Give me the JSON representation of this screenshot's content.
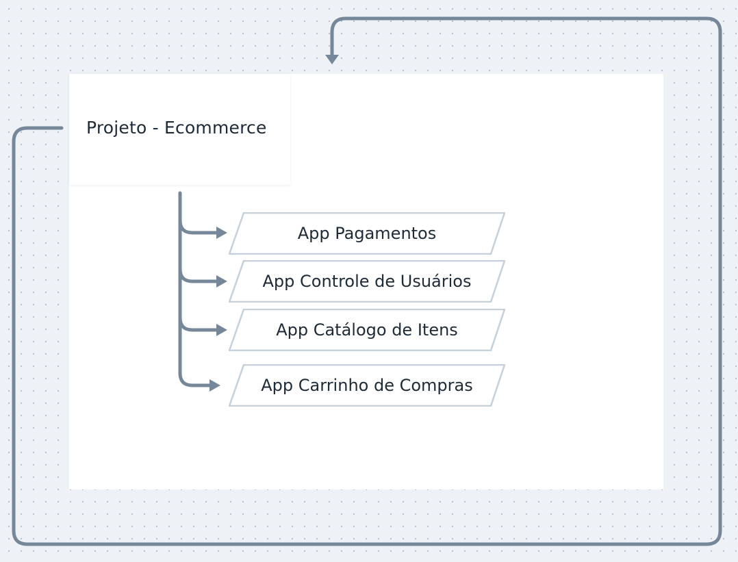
{
  "diagram": {
    "root": {
      "label": "Projeto - Ecommerce"
    },
    "children": [
      {
        "label": "App Pagamentos"
      },
      {
        "label": "App Controle de Usuários"
      },
      {
        "label": "App Catálogo de Itens"
      },
      {
        "label": "App Carrinho de Compras"
      }
    ],
    "colors": {
      "background": "#eef2f6",
      "connector": "#76879a",
      "node_border": "#c6d0da",
      "text": "#1f2a37"
    }
  }
}
